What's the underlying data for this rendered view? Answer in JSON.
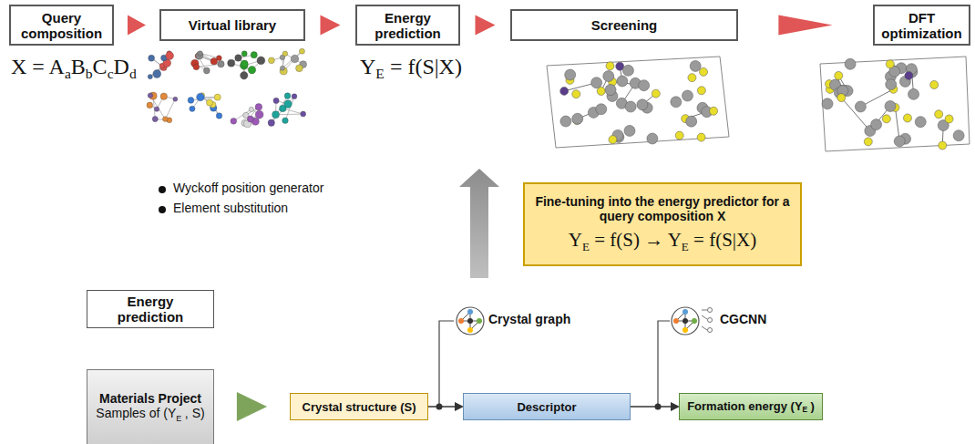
{
  "diagram": {
    "nodes": [
      {
        "text": [
          "Query composition"
        ]
      },
      {
        "text": [
          "Virtual library"
        ]
      },
      {
        "text": [
          "Energy prediction"
        ]
      },
      {
        "text": [
          "Screening"
        ]
      },
      {
        "text": [
          "DFT optimization"
        ]
      },
      {
        "text": [
          "Fine-tuning into the energy predictor for a query composition X",
          "Y",
          "E",
          "= f(S) → Y",
          "E",
          "= f(S|X)"
        ]
      },
      {
        "text": [
          "Energy prediction"
        ]
      },
      {
        "text": [
          "Materials Project",
          "Samples of (Y",
          "E",
          ", S)"
        ]
      },
      {
        "text": [
          "Crystal structure (S)"
        ]
      },
      {
        "text": [
          "Descriptor"
        ]
      },
      {
        "text": [
          "Formation energy (Y",
          "E",
          ")"
        ]
      }
    ],
    "edges": [
      {
        "from": 0,
        "to": 1,
        "arrow": "to"
      },
      {
        "from": 1,
        "to": 2,
        "arrow": "to"
      },
      {
        "from": 2,
        "to": 3,
        "arrow": "to"
      },
      {
        "from": 3,
        "to": 4,
        "arrow": "to"
      },
      {
        "from": 7,
        "to": 8,
        "arrow": "to"
      },
      {
        "from": 8,
        "to": 9,
        "arrow": "to"
      },
      {
        "from": 9,
        "to": 10,
        "arrow": "to"
      }
    ],
    "labels": [
      "X = A",
      "a",
      "B",
      "b",
      "C",
      "c",
      "D",
      "d",
      "Y",
      "E",
      "= f(S|X)",
      "Wyckoff position generator",
      "Element substitution",
      "Crystal graph",
      "CGCNN"
    ]
  }
}
